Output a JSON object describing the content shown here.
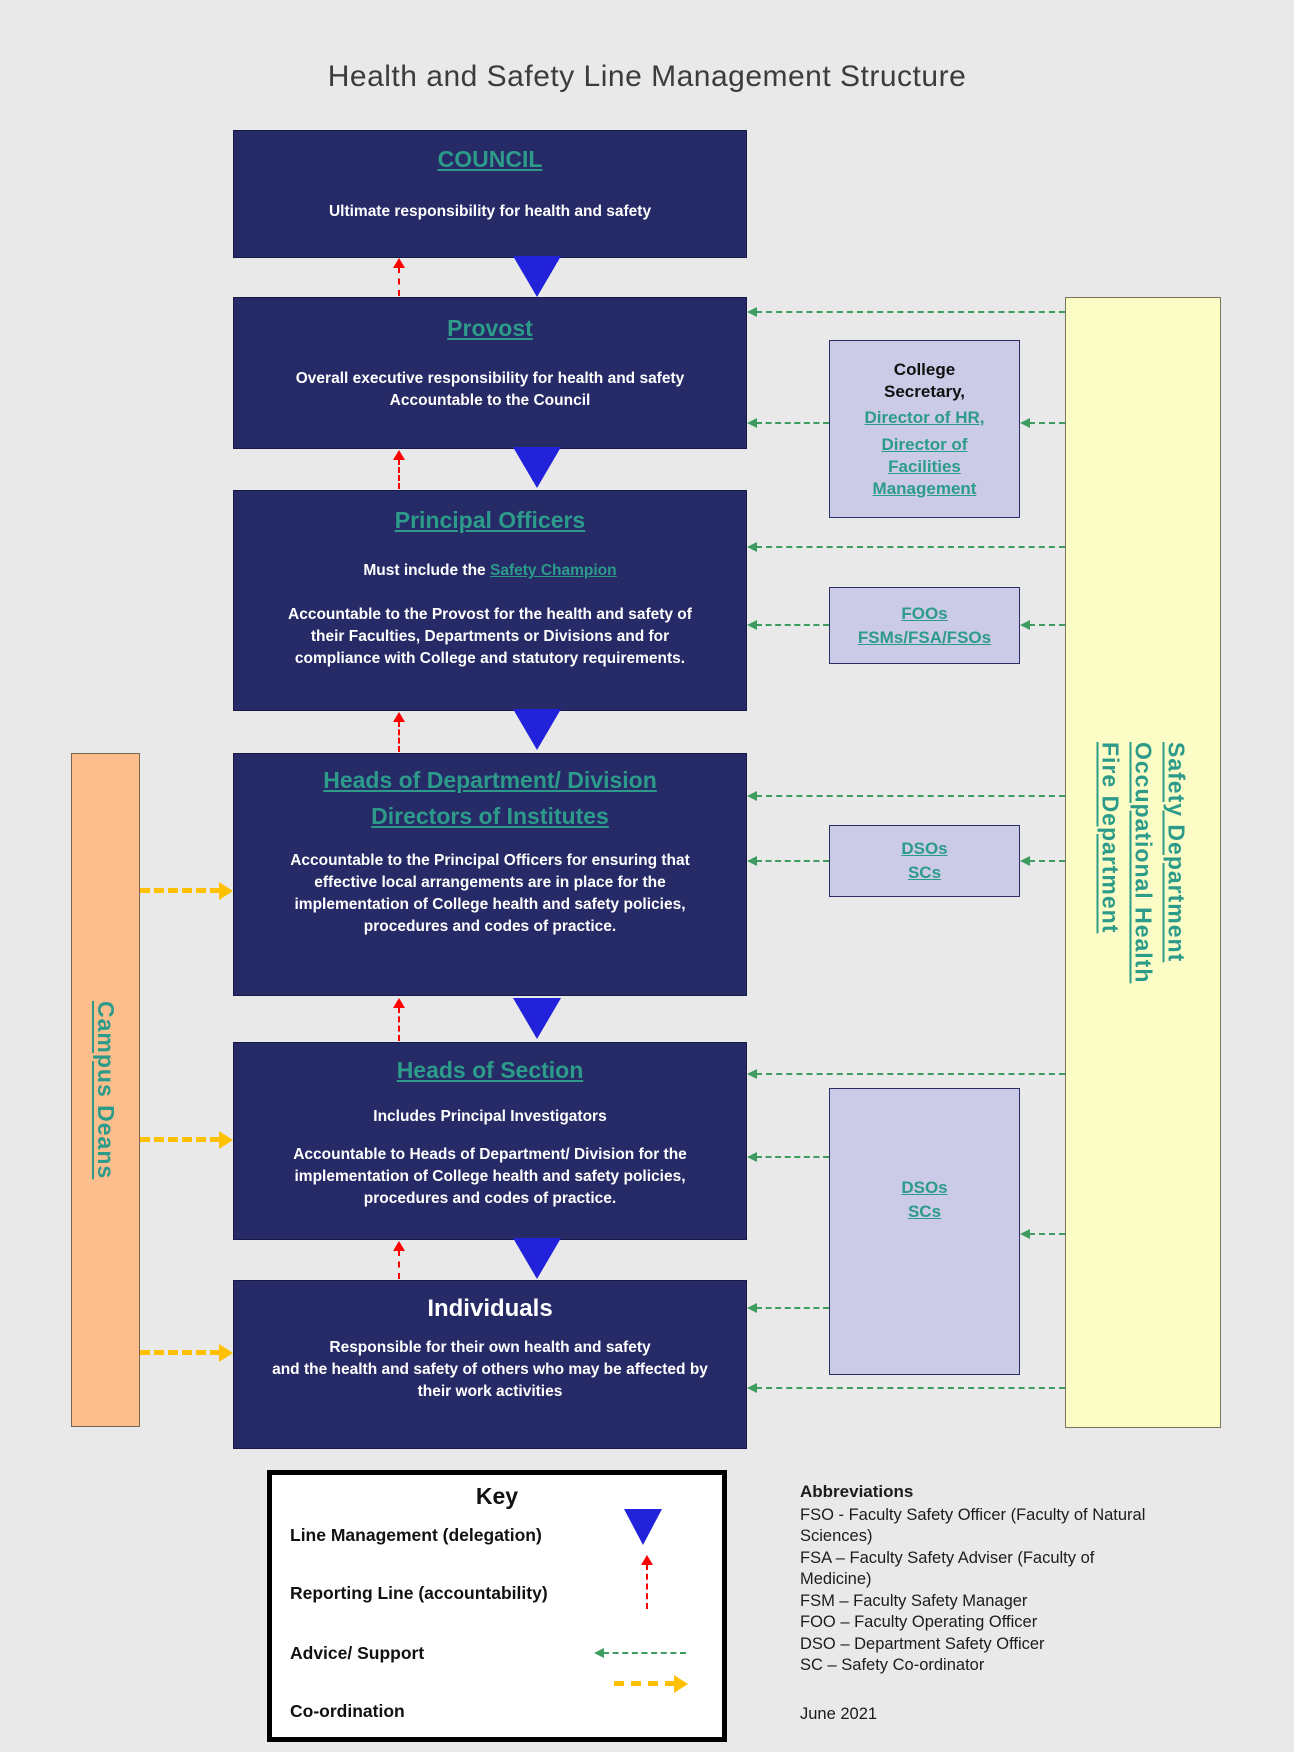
{
  "title": "Health and Safety Line Management Structure",
  "colors": {
    "navy_box": "#262a66",
    "teal_link": "#2d9b8a",
    "lavender_box": "#cbcbe8",
    "yellow_panel": "#fcfcc6",
    "orange_panel": "#fbbe8c",
    "delegation_blue": "#2222db",
    "reporting_red": "#ff0000",
    "advice_green": "#3e9c60",
    "coordination_yellow": "#ffc000"
  },
  "main_boxes": {
    "council": {
      "heading": "COUNCIL",
      "body": "Ultimate responsibility for health and safety"
    },
    "provost": {
      "heading": "Provost",
      "body": "Overall executive responsibility for health and safety\nAccountable to the Council"
    },
    "principal_officers": {
      "heading": "Principal Officers",
      "must_include_prefix": "Must include the ",
      "must_include_link": "Safety Champion",
      "body": "Accountable to the Provost for the health and safety of\ntheir Faculties, Departments or Divisions and for\ncompliance with College and statutory requirements."
    },
    "heads_of_department": {
      "heading_line1": "Heads of Department/ Division",
      "heading_line2": "Directors of Institutes",
      "body": "Accountable to the Principal Officers for ensuring that\neffective local arrangements are in place for the\nimplementation of College health and safety policies,\nprocedures and codes of practice."
    },
    "heads_of_section": {
      "heading": "Heads of Section",
      "subheading": "Includes Principal Investigators",
      "body": "Accountable to Heads of Department/ Division for the\nimplementation of College health and safety policies,\nprocedures and codes of practice."
    },
    "individuals": {
      "heading": "Individuals",
      "body": "Responsible for their own health and safety\nand the health and safety of others who may be affected by\ntheir work activities"
    }
  },
  "side_boxes": {
    "college_secretary": {
      "title": "College Secretary,",
      "link1": "Director of HR,",
      "link2": "Director of Facilities Management"
    },
    "foos": {
      "line1": "FOOs",
      "line2": "FSMs/FSA/FSOs"
    },
    "dsos_upper": {
      "line1": "DSOs",
      "line2": "SCs"
    },
    "dsos_lower": {
      "line1": "DSOs",
      "line2": "SCs"
    }
  },
  "left_panel": {
    "label": "Campus Deans"
  },
  "right_panel": {
    "line1": "Safety Department",
    "line2": "Occupational Health",
    "line3": "Fire Department"
  },
  "key": {
    "title": "Key",
    "items": [
      {
        "label": "Line Management (delegation)",
        "symbol": "blue-solid-down-triangle"
      },
      {
        "label": "Reporting Line (accountability)",
        "symbol": "red-dashed-up-arrow"
      },
      {
        "label": "Advice/ Support",
        "symbol": "green-dashed-left-arrow"
      },
      {
        "label": "Co-ordination",
        "symbol": "yellow-dashed-right-arrow"
      }
    ]
  },
  "abbreviations": {
    "title": "Abbreviations",
    "lines": [
      "FSO - Faculty Safety Officer (Faculty of Natural Sciences)",
      "FSA – Faculty Safety Adviser (Faculty of Medicine)",
      "FSM – Faculty Safety Manager",
      "FOO – Faculty Operating Officer",
      "DSO – Department Safety Officer",
      "SC – Safety Co-ordinator"
    ],
    "date": "June 2021"
  }
}
